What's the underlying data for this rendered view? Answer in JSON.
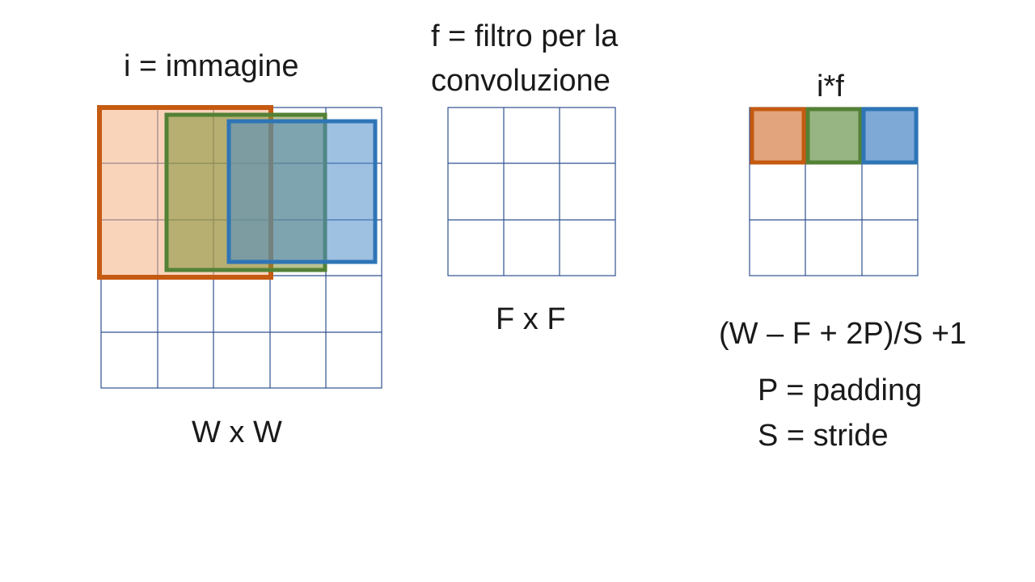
{
  "image_label": "i = immagine",
  "filter_label_line1": "f = filtro per la",
  "filter_label_line2": "convoluzione",
  "output_label": "i*f",
  "image_size": "W x W",
  "filter_size": "F x F",
  "formula": "(W – F + 2P)/S +1",
  "padding_def": "P = padding",
  "stride_def": "S = stride",
  "colors": {
    "grid": "#2f528f",
    "orange": "#c55a11",
    "orange_fill": "#f4b183",
    "green": "#538135",
    "green_fill": "#a9d18e",
    "blue": "#2e75b6",
    "blue_fill": "#9dc3e6"
  }
}
